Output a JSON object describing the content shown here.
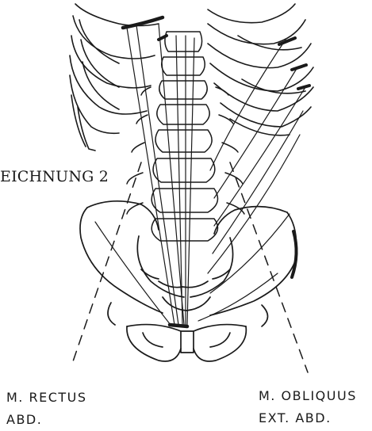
{
  "figure": {
    "caption": "EICHNUNG 2",
    "labels": {
      "rectus": {
        "line1": "M. RECTUS",
        "line2": "ABD."
      },
      "obliquus": {
        "line1": "M. OBLIQUUS",
        "line2": "EXT. ABD."
      }
    }
  },
  "colors": {
    "ink": "#1a1a1a",
    "background": "#ffffff"
  }
}
